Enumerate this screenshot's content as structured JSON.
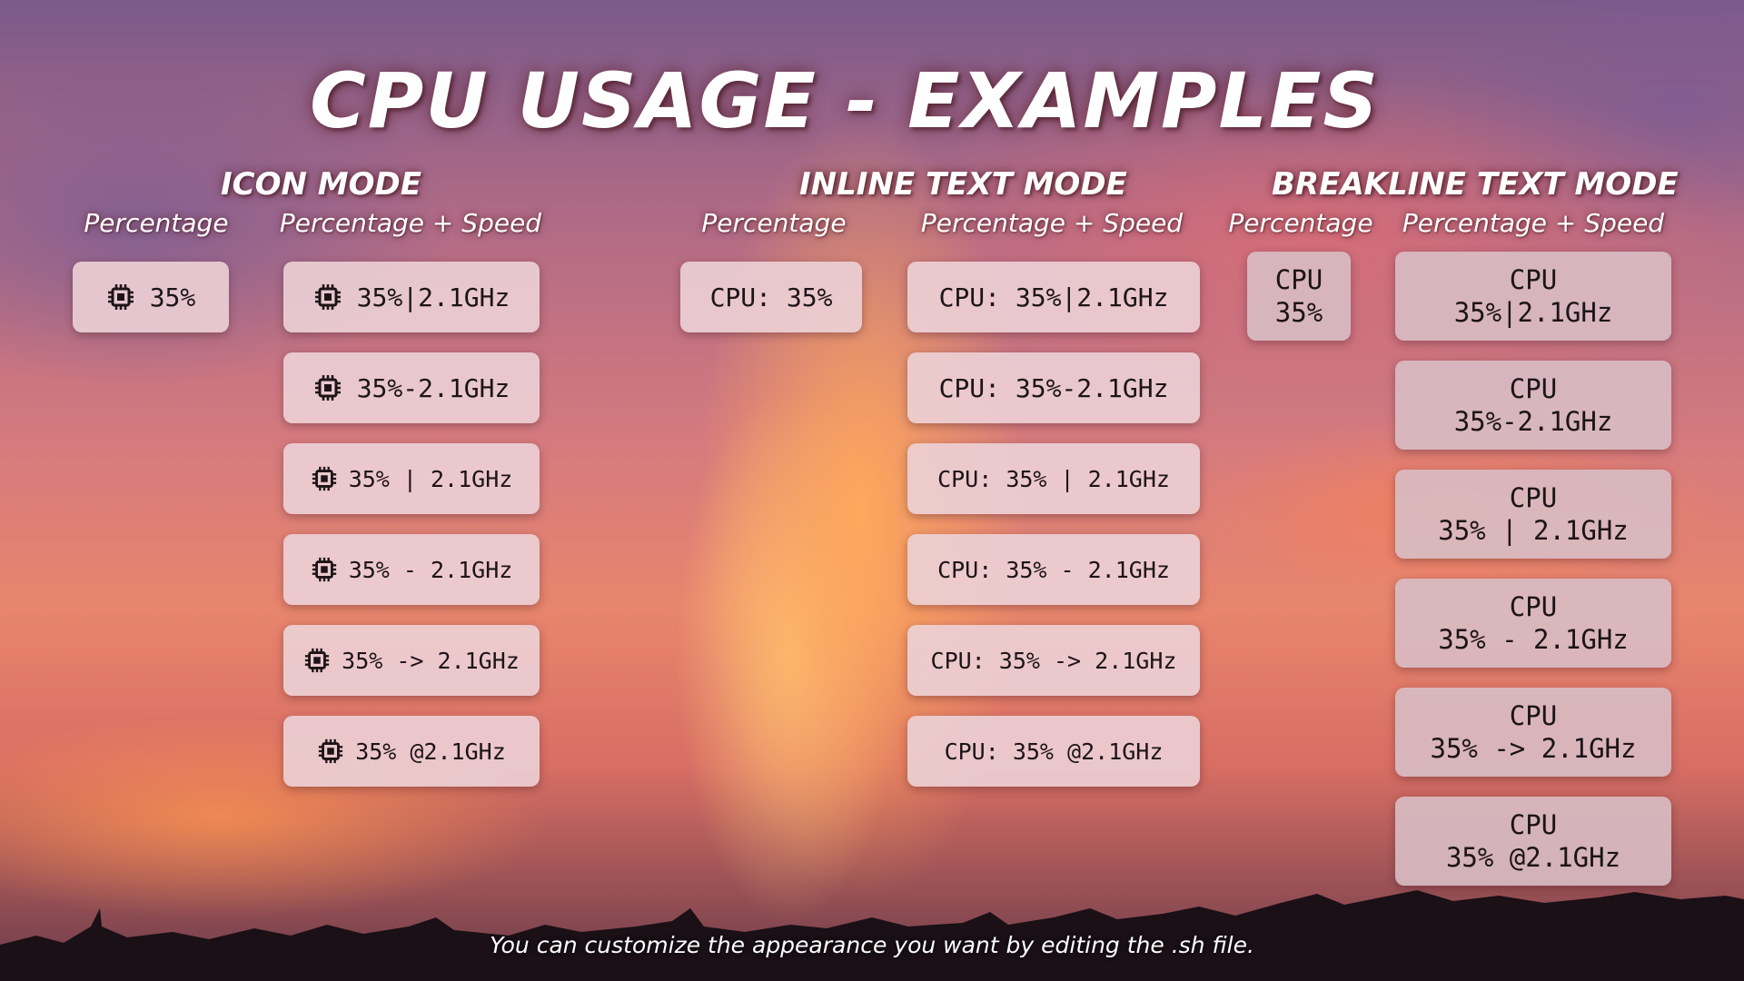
{
  "title": "CPU USAGE - EXAMPLES",
  "modes": {
    "icon": {
      "title": "ICON MODE",
      "col_percentage": "Percentage",
      "col_speed": "Percentage + Speed",
      "percentage": [
        "35%"
      ],
      "speed": [
        "35%|2.1GHz",
        "35%-2.1GHz",
        "35% | 2.1GHz",
        "35% - 2.1GHz",
        "35% -> 2.1GHz",
        "35% @2.1GHz"
      ]
    },
    "inline": {
      "title": "INLINE TEXT MODE",
      "col_percentage": "Percentage",
      "col_speed": "Percentage + Speed",
      "percentage": [
        "CPU: 35%"
      ],
      "speed": [
        "CPU: 35%|2.1GHz",
        "CPU: 35%-2.1GHz",
        "CPU: 35% | 2.1GHz",
        "CPU: 35% - 2.1GHz",
        "CPU: 35% -> 2.1GHz",
        "CPU: 35% @2.1GHz"
      ]
    },
    "breakline": {
      "title": "BREAKLINE TEXT MODE",
      "col_percentage": "Percentage",
      "col_speed": "Percentage + Speed",
      "percentage": [
        {
          "line1": "CPU",
          "line2": "35%"
        }
      ],
      "speed": [
        {
          "line1": "CPU",
          "line2": "35%|2.1GHz"
        },
        {
          "line1": "CPU",
          "line2": "35%-2.1GHz"
        },
        {
          "line1": "CPU",
          "line2": "35% | 2.1GHz"
        },
        {
          "line1": "CPU",
          "line2": "35% - 2.1GHz"
        },
        {
          "line1": "CPU",
          "line2": "35% -> 2.1GHz"
        },
        {
          "line1": "CPU",
          "line2": "35% @2.1GHz"
        }
      ]
    }
  },
  "icons": {
    "cpu": "cpu-chip-icon"
  },
  "footer": "You can customize the appearance you want by editing the .sh file."
}
